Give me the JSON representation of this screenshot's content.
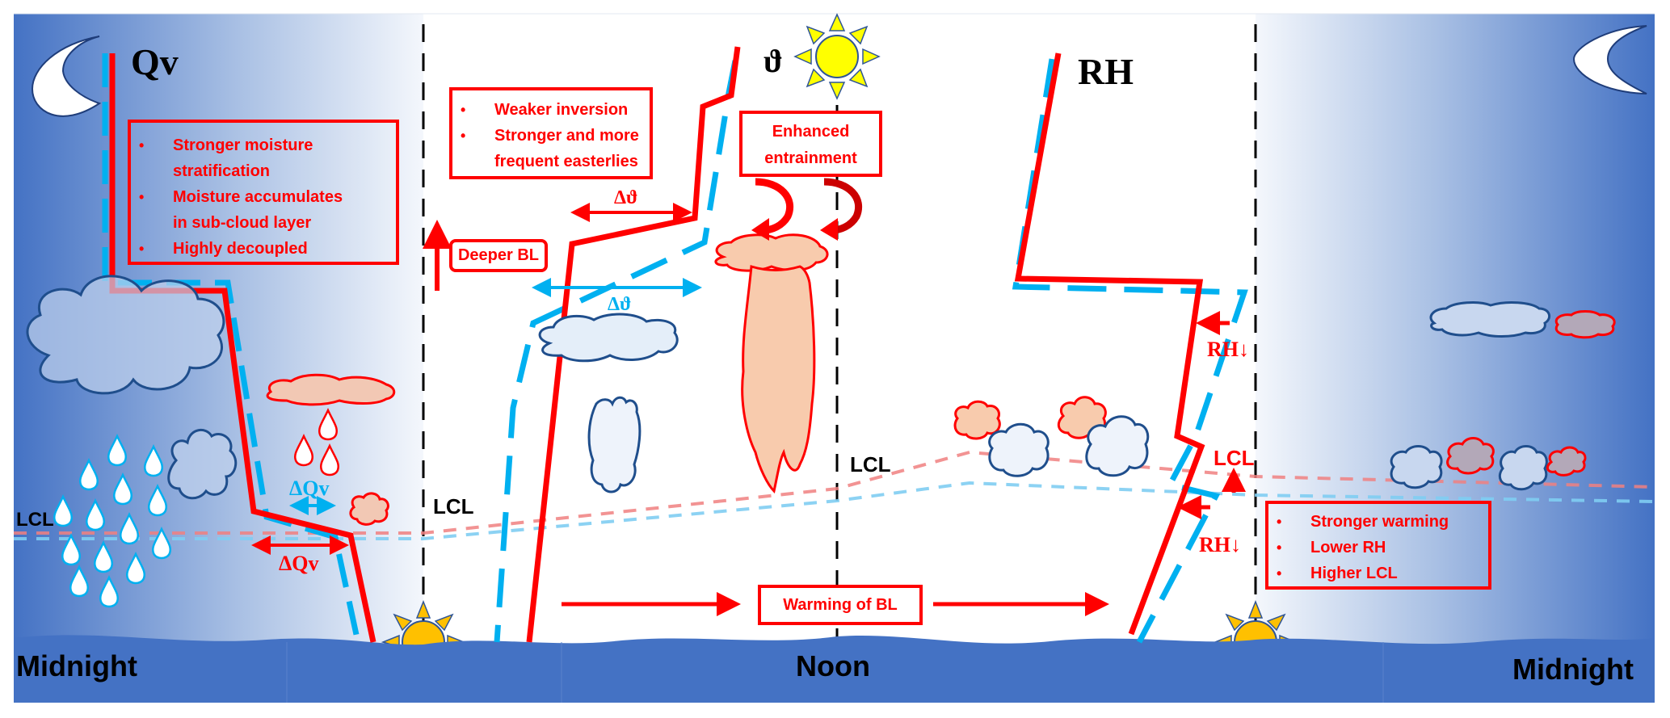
{
  "diagram": {
    "title": "Diurnal evolution of boundary layer moisture, potential temperature and relative humidity",
    "colors": {
      "night_sky": "#4472c4",
      "day_sky": "#ffffff",
      "ocean": "#4472c4",
      "current_profile": "#ff0000",
      "reference_profile": "#00b0f0",
      "cloud_outline_blue": "#1f4e8c",
      "cloud_fill_blue": "#dfe9f6",
      "cloud_outline_red": "#ff0000",
      "cloud_fill_red": "#f8cbad",
      "sun_fill": "#ffff00",
      "rising_sun_fill": "#ffc000",
      "divider": "#000000"
    },
    "panels": {
      "qv": {
        "label": "Qv",
        "notes": [
          "Stronger moisture stratification",
          "Moisture accumulates in sub-cloud layer",
          "Highly decoupled"
        ],
        "notes_lines": [
          "Stronger moisture",
          "stratification",
          "Moisture accumulates",
          "in sub-cloud layer",
          "Highly decoupled"
        ],
        "delta_upper_label": "ΔQv",
        "delta_lower_label": "ΔQv",
        "lcl_label": "LCL"
      },
      "theta": {
        "label": "ϑ",
        "notes_lines": [
          "Weaker inversion",
          "Stronger and more",
          "frequent easterlies"
        ],
        "deeper_bl_label": "Deeper BL",
        "delta_red_label": "Δϑ",
        "delta_blue_label": "Δϑ",
        "lcl_label": "LCL",
        "entrainment_lines": [
          "Enhanced",
          "entrainment"
        ],
        "warming_label": "Warming of BL"
      },
      "rh": {
        "label": "RH",
        "rh_down_upper": "RH↓",
        "rh_down_lower": "RH↓",
        "lcl_label": "LCL",
        "lcl_center_label": "LCL",
        "notes_lines": [
          "Stronger warming",
          "Lower RH",
          "Higher LCL"
        ]
      }
    },
    "time_axis": {
      "start": "Midnight",
      "middle": "Noon",
      "end": "Midnight"
    },
    "icons": {
      "left_moon": "crescent-moon-icon",
      "right_moon": "crescent-moon-icon",
      "noon_sun": "sun-icon",
      "sunrise": "rising-sun-icon",
      "sunset": "setting-sun-icon"
    }
  }
}
